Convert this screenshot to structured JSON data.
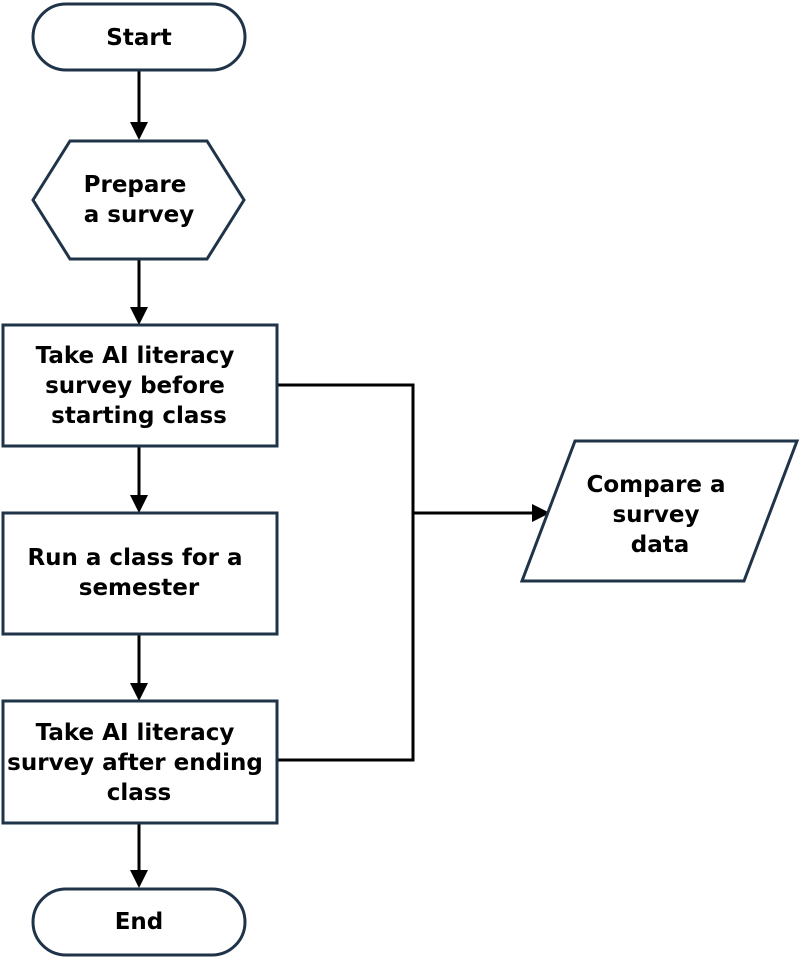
{
  "colors": {
    "shape_stroke": "#1f3349",
    "connector": "#000000",
    "background": "#ffffff",
    "text": "#000000"
  },
  "nodes": {
    "start": {
      "shape": "terminator",
      "lines": [
        "Start"
      ]
    },
    "prepare": {
      "shape": "hexagon",
      "lines": [
        "Prepare",
        "a survey"
      ]
    },
    "pre_survey": {
      "shape": "process",
      "lines": [
        "Take AI literacy",
        "survey before",
        "starting class"
      ]
    },
    "run_class": {
      "shape": "process",
      "lines": [
        "Run a class for a",
        "semester"
      ]
    },
    "post_survey": {
      "shape": "process",
      "lines": [
        "Take AI literacy",
        "survey after ending",
        "class"
      ]
    },
    "end": {
      "shape": "terminator",
      "lines": [
        "End"
      ]
    },
    "compare": {
      "shape": "data",
      "lines": [
        "Compare a",
        "survey",
        "data"
      ]
    }
  },
  "edges": [
    {
      "from": "start",
      "to": "prepare"
    },
    {
      "from": "prepare",
      "to": "pre_survey"
    },
    {
      "from": "pre_survey",
      "to": "run_class"
    },
    {
      "from": "run_class",
      "to": "post_survey"
    },
    {
      "from": "post_survey",
      "to": "end"
    },
    {
      "from": "pre_survey",
      "to": "compare"
    },
    {
      "from": "post_survey",
      "to": "compare"
    }
  ]
}
